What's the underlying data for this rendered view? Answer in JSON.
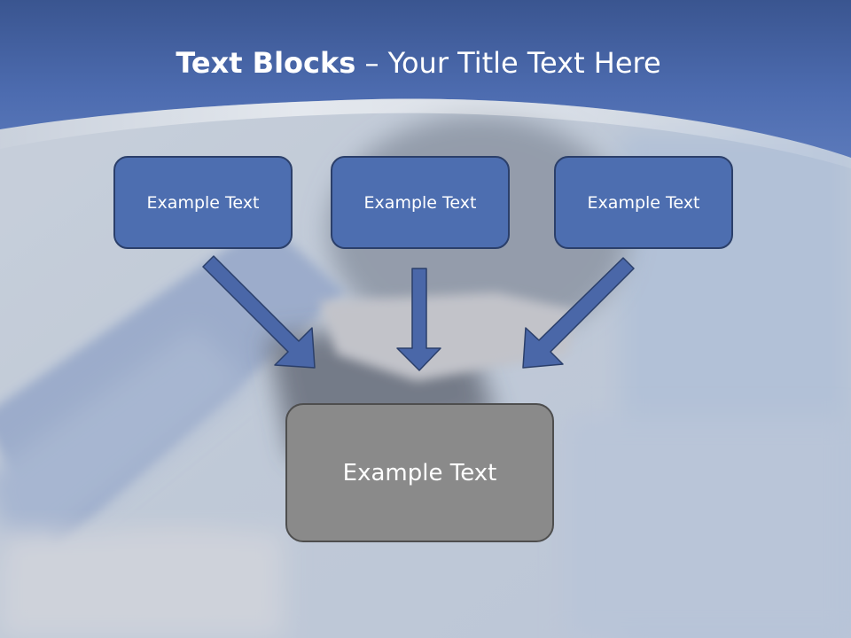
{
  "slide": {
    "title": {
      "bold": "Text Blocks",
      "separator": " – ",
      "rest": "Your Title Text Here"
    },
    "blocks": [
      {
        "label": "Example Text"
      },
      {
        "label": "Example Text"
      },
      {
        "label": "Example Text"
      }
    ],
    "target_block": {
      "label": "Example Text"
    }
  },
  "colors": {
    "header_blue": "#4f6fb3",
    "box_fill": "#4d6eb0",
    "box_border": "#2b3f6a",
    "arrow_fill": "#4a67a8",
    "target_fill": "#8a8a8a"
  }
}
